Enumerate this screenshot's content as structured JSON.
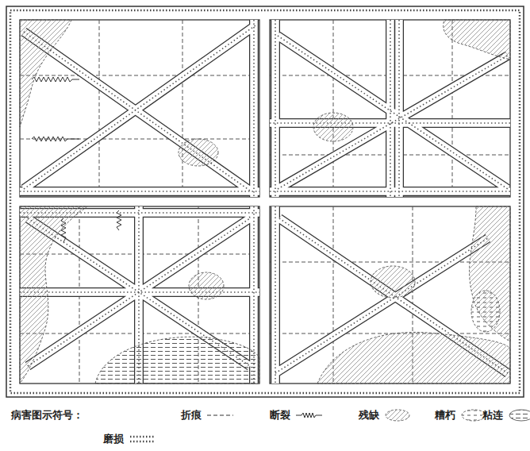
{
  "diagram": {
    "labels": [
      "病害图示符号："
    ],
    "legend": [
      {
        "text": "折痕"
      },
      {
        "text": "断裂"
      },
      {
        "text": "残缺"
      },
      {
        "text": "糟朽"
      },
      {
        "text": "粘连"
      },
      {
        "text": "磨损"
      }
    ]
  }
}
